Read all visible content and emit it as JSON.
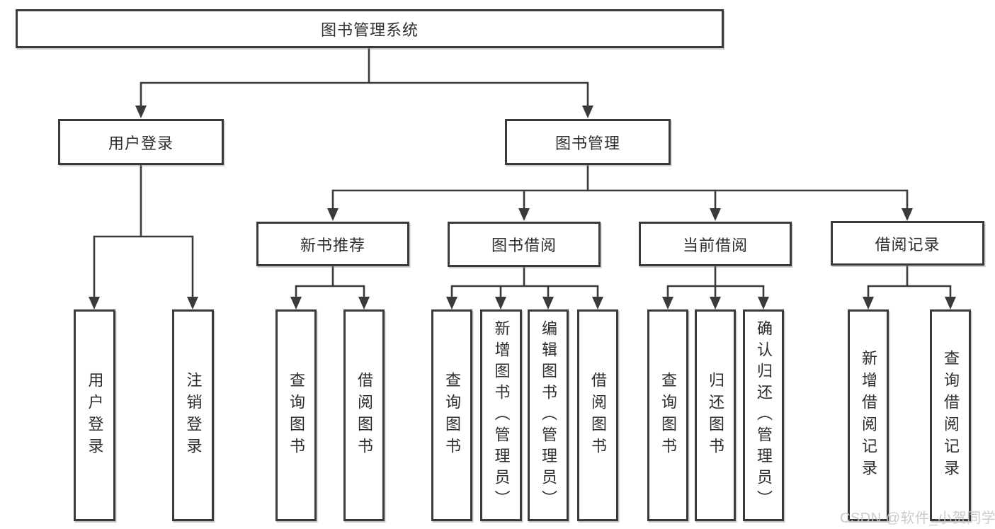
{
  "diagram": {
    "root": "图书管理系统",
    "branches": [
      {
        "label": "用户登录",
        "children": [
          "用户登录",
          "注销登录"
        ]
      },
      {
        "label": "图书管理",
        "groups": [
          {
            "label": "新书推荐",
            "children": [
              "查询图书",
              "借阅图书"
            ]
          },
          {
            "label": "图书借阅",
            "children": [
              "查询图书",
              "新增图书（管理员）",
              "编辑图书（管理员）",
              "借阅图书"
            ]
          },
          {
            "label": "当前借阅",
            "children": [
              "查询图书",
              "归还图书",
              "确认归还（管理员）"
            ]
          },
          {
            "label": "借阅记录",
            "children": [
              "新增借阅记录",
              "查询借阅记录"
            ]
          }
        ]
      }
    ]
  },
  "watermark": "CSDN @软件_小贺同学",
  "colors": {
    "line": "#3a3a3a",
    "box_border": "#3a3a3a",
    "text": "#2e2e2e",
    "watermark": "#c8c8c8",
    "background": "#ffffff"
  }
}
